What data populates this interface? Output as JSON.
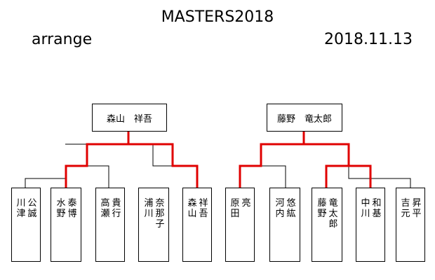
{
  "header": {
    "title": "MASTERS2018",
    "subtitle": "arrange",
    "date": "2018.11.13"
  },
  "bracket": {
    "left": {
      "winner": "森山　祥吾",
      "players": [
        {
          "family": "川津",
          "given": "公誠"
        },
        {
          "family": "水野",
          "given": "泰博"
        },
        {
          "family": "高瀬",
          "given": "貴行"
        },
        {
          "family": "浦川",
          "given": "奈那子"
        },
        {
          "family": "森山",
          "given": "祥吾"
        }
      ]
    },
    "right": {
      "winner": "藤野　竜太郎",
      "players": [
        {
          "family": "原田",
          "given": "亮"
        },
        {
          "family": "河内",
          "given": "悠紘"
        },
        {
          "family": "藤野",
          "given": "竜太郎"
        },
        {
          "family": "中川",
          "given": "和基"
        },
        {
          "family": "吉元",
          "given": "昇平"
        }
      ]
    }
  },
  "colors": {
    "line": "#000000",
    "winner_path": "#e00000"
  }
}
